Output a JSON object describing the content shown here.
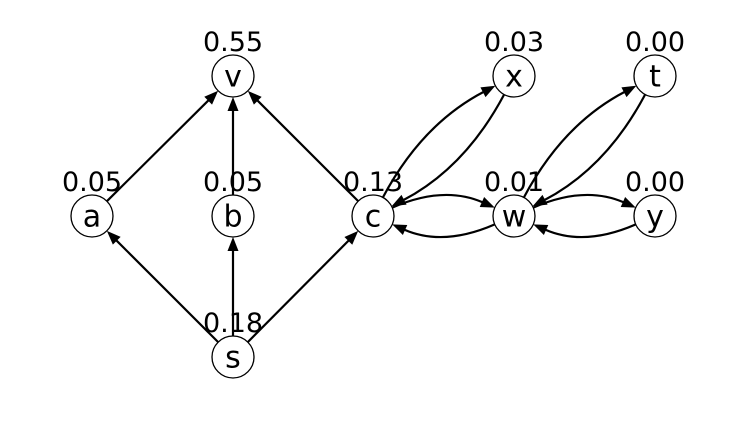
{
  "graph": {
    "nodes": [
      {
        "id": "v",
        "label": "v",
        "value": "0.55"
      },
      {
        "id": "a",
        "label": "a",
        "value": "0.05"
      },
      {
        "id": "b",
        "label": "b",
        "value": "0.05"
      },
      {
        "id": "c",
        "label": "c",
        "value": "0.13"
      },
      {
        "id": "s",
        "label": "s",
        "value": "0.18"
      },
      {
        "id": "x",
        "label": "x",
        "value": "0.03"
      },
      {
        "id": "w",
        "label": "w",
        "value": "0.01"
      },
      {
        "id": "t",
        "label": "t",
        "value": "0.00"
      },
      {
        "id": "y",
        "label": "y",
        "value": "0.00"
      }
    ],
    "edges": [
      {
        "from": "a",
        "to": "v"
      },
      {
        "from": "b",
        "to": "v"
      },
      {
        "from": "c",
        "to": "v"
      },
      {
        "from": "s",
        "to": "a"
      },
      {
        "from": "s",
        "to": "b"
      },
      {
        "from": "s",
        "to": "c"
      },
      {
        "from": "c",
        "to": "x"
      },
      {
        "from": "x",
        "to": "c"
      },
      {
        "from": "c",
        "to": "w"
      },
      {
        "from": "w",
        "to": "c"
      },
      {
        "from": "w",
        "to": "t"
      },
      {
        "from": "t",
        "to": "w"
      },
      {
        "from": "w",
        "to": "y"
      },
      {
        "from": "y",
        "to": "w"
      }
    ]
  }
}
